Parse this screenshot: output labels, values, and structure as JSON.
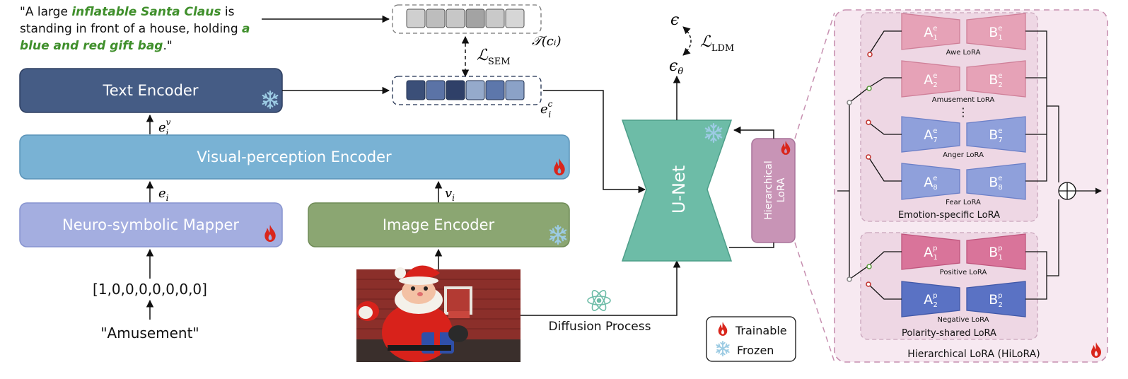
{
  "caption": {
    "line1_prefix": "\"A large ",
    "line1_em": "inflatable Santa Claus",
    "line1_suffix": " is",
    "line2_prefix": "standing in front of a house, holding ",
    "line2_em": "a",
    "line3_em": "blue and red gift bag",
    "line3_suffix": ".\""
  },
  "encoders": {
    "text_encoder": "Text Encoder",
    "visual_perception_encoder": "Visual-perception Encoder",
    "neuro_symbolic_mapper": "Neuro-symbolic Mapper",
    "image_encoder": "Image Encoder",
    "unet": "U-Net"
  },
  "inputs": {
    "onehot": "[1,0,0,0,0,0,0,0]",
    "emotion": "\"Amusement\""
  },
  "symbols": {
    "e_v_base": "e",
    "e_v_sup": "v",
    "e_v_sub": "i",
    "e_i_base": "e",
    "e_i_sub": "i",
    "v_i_base": "v",
    "v_i_sub": "i",
    "e_c_base": "e",
    "e_c_sup": "c",
    "e_c_sub": "i",
    "t_ci": "𝒯(cᵢ)",
    "l_sem_base": "ℒ",
    "l_sem_sub": "SEM",
    "l_ldm_base": "ℒ",
    "l_ldm_sub": "LDM",
    "epsilon": "ϵ",
    "epsilon_theta_base": "ϵ",
    "epsilon_theta_sub": "θ"
  },
  "diffusion_label": "Diffusion Process",
  "hlora_side_label_1": "Hierarchical",
  "hlora_side_label_2": "LoRA",
  "legend": {
    "trainable": "Trainable",
    "frozen": "Frozen"
  },
  "hilora": {
    "title": "Hierarchical LoRA (HiLoRA)",
    "emotion_group_title": "Emotion-specific LoRA",
    "polarity_group_title": "Polarity-shared LoRA",
    "emotion_loras": [
      {
        "a": "A",
        "a_sub": "1",
        "a_sup": "e",
        "b": "B",
        "b_sub": "1",
        "b_sup": "e",
        "name": "Awe LoRA"
      },
      {
        "a": "A",
        "a_sub": "2",
        "a_sup": "e",
        "b": "B",
        "b_sub": "2",
        "b_sup": "e",
        "name": "Amusement LoRA"
      },
      {
        "a": "A",
        "a_sub": "7",
        "a_sup": "e",
        "b": "B",
        "b_sub": "7",
        "b_sup": "e",
        "name": "Anger LoRA"
      },
      {
        "a": "A",
        "a_sub": "8",
        "a_sup": "e",
        "b": "B",
        "b_sub": "8",
        "b_sup": "e",
        "name": "Fear LoRA"
      }
    ],
    "polarity_loras": [
      {
        "a": "A",
        "a_sub": "1",
        "a_sup": "p",
        "b": "B",
        "b_sub": "1",
        "b_sup": "p",
        "name": "Positive LoRA"
      },
      {
        "a": "A",
        "a_sub": "2",
        "a_sup": "p",
        "b": "B",
        "b_sub": "2",
        "b_sup": "p",
        "name": "Negative LoRA"
      }
    ],
    "ellipsis": "⋮"
  },
  "colors": {
    "text_encoder": "#455c85",
    "visual_encoder": "#79b2d4",
    "mapper": "#a4aee0",
    "image_encoder": "#8ba672",
    "unet": "#6dbca7",
    "hlora_bar": "#c894b6",
    "awe_lora": "#e6a2b7",
    "anger_lora": "#8fa0db",
    "positive_lora": "#d9749a",
    "negative_lora": "#5a72c4",
    "caption_green": "#3f8f2b",
    "fire": "#d9261c",
    "snow": "#9ccbe3"
  }
}
